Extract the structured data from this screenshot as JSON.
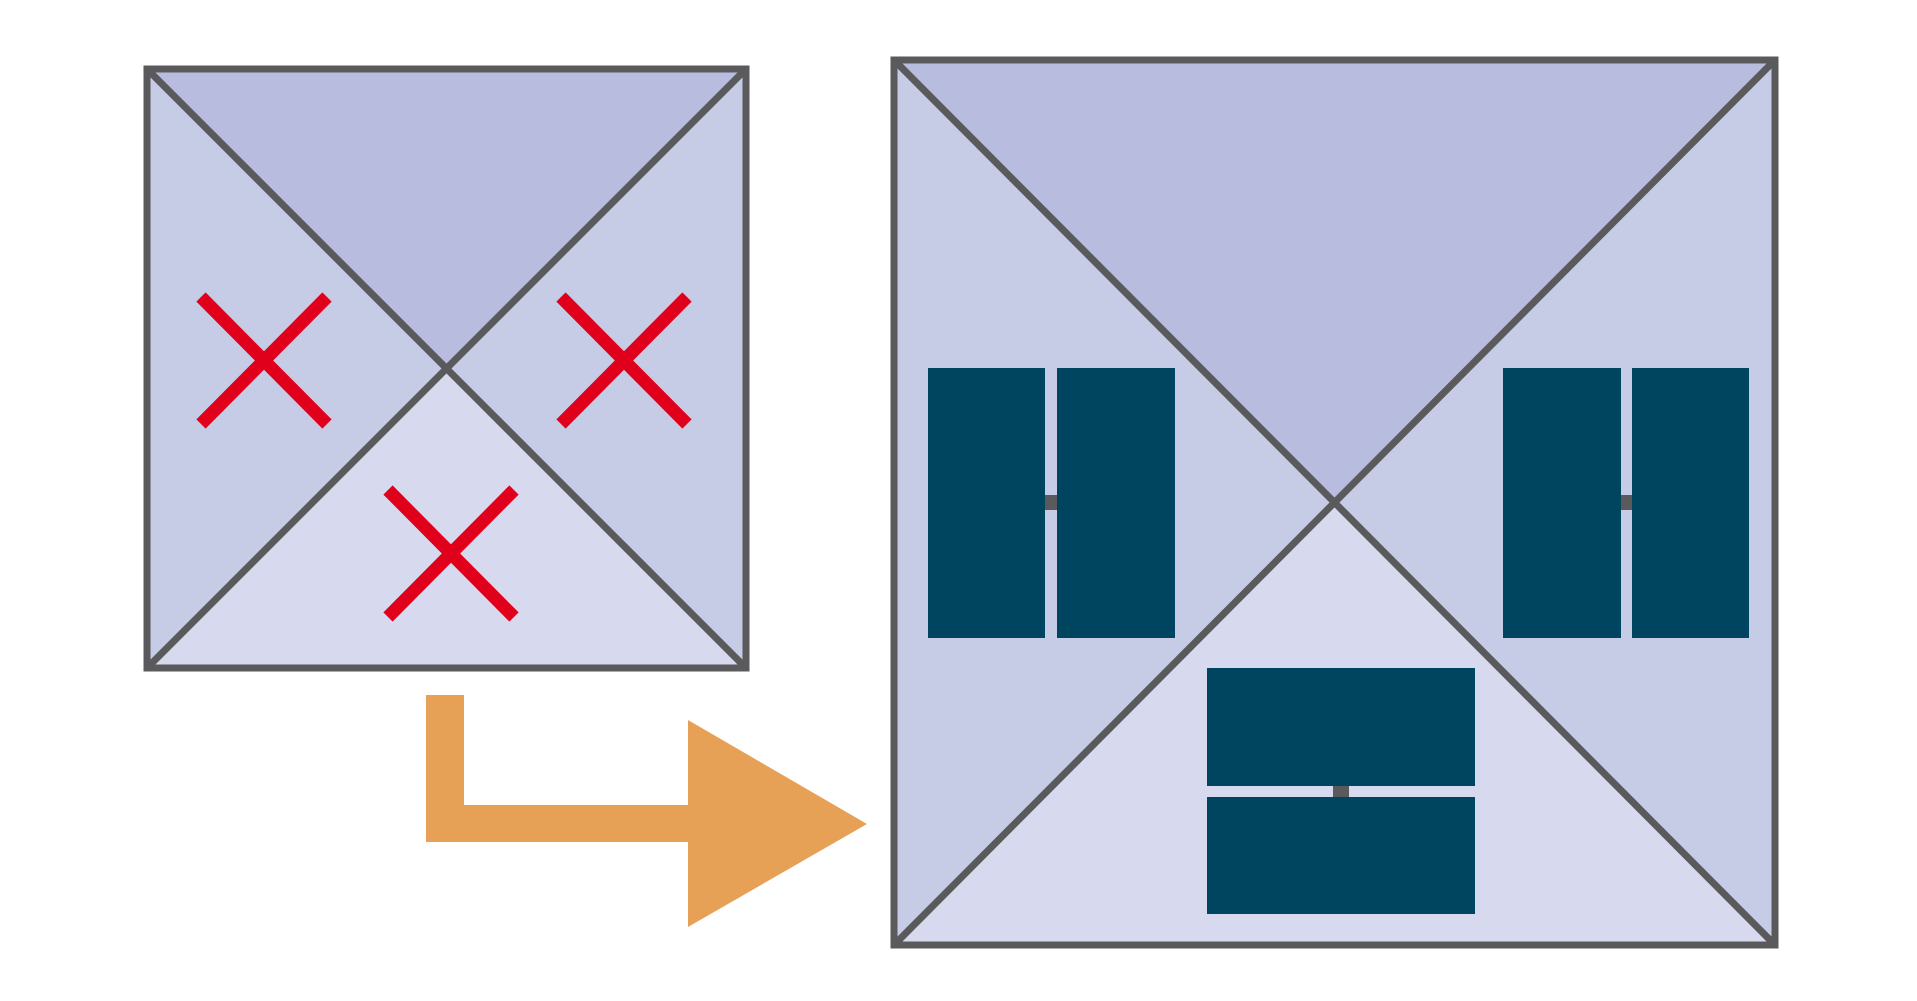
{
  "colors": {
    "background": "#ffffff",
    "outline": "#5a5a5c",
    "tri_top": "#b8bcdf",
    "tri_side": "#c6cbe6",
    "tri_bottom": "#d7daee",
    "cross": "#e0001b",
    "arrow": "#e7a157",
    "block": "#004560",
    "connector": "#5a5a5c"
  },
  "icons": {
    "cross": "cross-icon",
    "arrow": "bent-arrow-icon",
    "block": "rectangle-block"
  },
  "panels": {
    "before": {
      "marked_regions": [
        "left",
        "right",
        "bottom"
      ],
      "mark": "cross-icon"
    },
    "after": {
      "block_pairs": [
        "left",
        "right",
        "bottom"
      ],
      "blocks_per_pair": 2
    }
  }
}
